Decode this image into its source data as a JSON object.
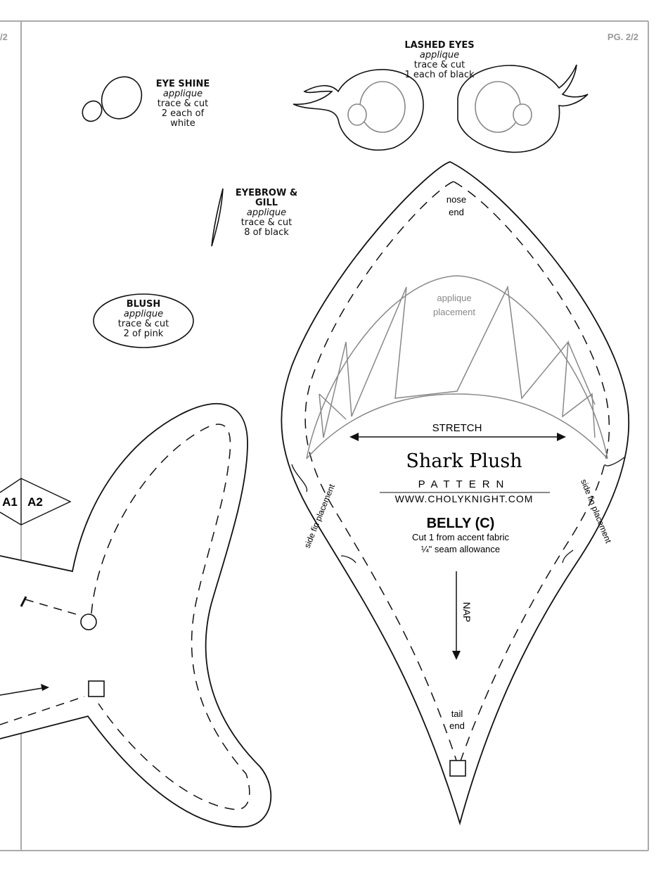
{
  "page": {
    "left_page_number": "/2",
    "page_number": "PG. 2/2"
  },
  "pieces": {
    "eye_shine": {
      "title": "EYE SHINE",
      "type": "applique",
      "line1": "trace & cut",
      "line2": "2 each of",
      "line3": "white"
    },
    "lashed_eyes": {
      "title": "LASHED EYES",
      "type": "applique",
      "line1": "trace & cut",
      "line2": "1 each of black"
    },
    "eyebrow_gill": {
      "title1": "EYEBROW &",
      "title2": "GILL",
      "type": "applique",
      "line1": "trace & cut",
      "line2": "8 of black"
    },
    "blush": {
      "title": "BLUSH",
      "type": "applique",
      "line1": "trace & cut",
      "line2": "2 of pink"
    },
    "fin": {
      "marker1": "A1",
      "marker2": "A2"
    },
    "belly": {
      "nose_end_1": "nose",
      "nose_end_2": "end",
      "applique_1": "applique",
      "applique_2": "placement",
      "stretch": "STRETCH",
      "brand": "Shark Plush",
      "subtitle": "PATTERN",
      "url": "WWW.CHOLYKNIGHT.COM",
      "piece_name": "BELLY (C)",
      "cut_instructions": "Cut 1 from accent fabric",
      "seam_allowance": "¼\" seam allowance",
      "nap": "NAP",
      "side_fin_left": "side fin placement",
      "side_fin_right": "side fin placement",
      "tail_end_1": "tail",
      "tail_end_2": "end"
    }
  }
}
